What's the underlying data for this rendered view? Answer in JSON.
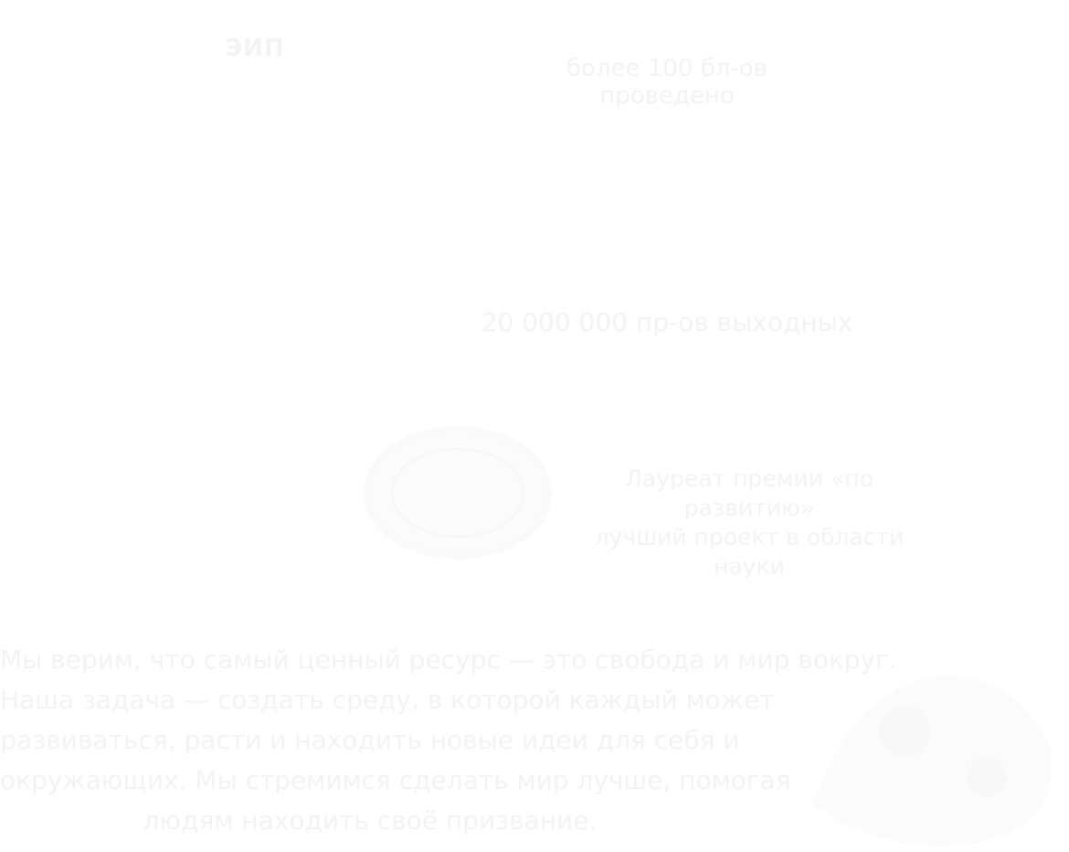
{
  "logo": {
    "text": "ЭИП"
  },
  "stats": {
    "top": "более 100 бл-ов проведено",
    "middle": "20 000 000 пр-ов выходных"
  },
  "award": {
    "line1": "Лауреат премии «по развитию»",
    "line2": "лучший проект в области науки"
  },
  "paragraph": {
    "lines": [
      "Мы верим, что самый ценный ресурс — это свобода и мир вокруг.",
      "Наша задача — создать среду, в которой каждый может",
      "развиваться, расти и находить новые идеи для себя и",
      "окружающих. Мы стремимся сделать мир лучше, помогая",
      "людям находить своё призвание."
    ]
  },
  "colors": {
    "background": "#ffffff",
    "ghost_text": "#f2f2f2"
  }
}
